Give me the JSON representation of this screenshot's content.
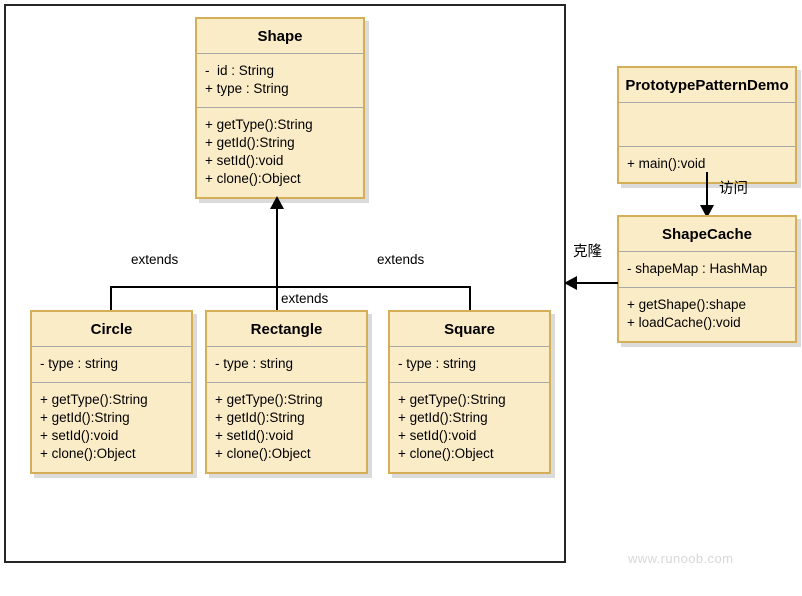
{
  "diagram": {
    "title": "Prototype Pattern UML Class Diagram",
    "watermark": "www.runoob.com",
    "colors": {
      "class_fill": "#fbecc8",
      "class_border": "#d4af58",
      "divider": "#a9a9a9",
      "line": "#000000",
      "frame": "#262626",
      "watermark": "#d8d8d8"
    }
  },
  "classes": {
    "shape": {
      "name": "Shape",
      "attributes": [
        "-  id : String",
        "+ type : String"
      ],
      "methods": [
        "+ getType():String",
        "+ getId():String",
        "+ setId():void",
        "+ clone():Object"
      ]
    },
    "circle": {
      "name": "Circle",
      "attributes": [
        "- type : string"
      ],
      "methods": [
        "+ getType():String",
        "+ getId():String",
        "+ setId():void",
        "+ clone():Object"
      ]
    },
    "rectangle": {
      "name": "Rectangle",
      "attributes": [
        "- type : string"
      ],
      "methods": [
        "+ getType():String",
        "+ getId():String",
        "+ setId():void",
        "+ clone():Object"
      ]
    },
    "square": {
      "name": "Square",
      "attributes": [
        "- type : string"
      ],
      "methods": [
        "+ getType():String",
        "+ getId():String",
        "+ setId():void",
        "+ clone():Object"
      ]
    },
    "demo": {
      "name": "PrototypePatternDemo",
      "attributes": [],
      "methods": [
        "+ main():void"
      ]
    },
    "shapecache": {
      "name": "ShapeCache",
      "attributes": [
        "- shapeMap : HashMap"
      ],
      "methods": [
        "+ getShape():shape",
        "+ loadCache():void"
      ]
    }
  },
  "edges": {
    "extends_circle": "extends",
    "extends_square": "extends",
    "extends_rectangle": "extends",
    "access": "访问",
    "clone": "克隆"
  }
}
